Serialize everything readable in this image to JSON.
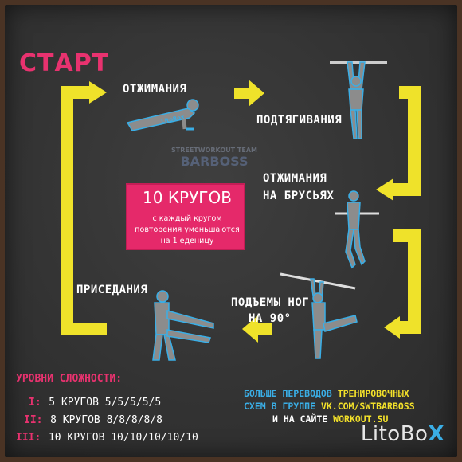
{
  "title": "СТАРТ",
  "exercises": {
    "pushups": "ОТЖИМАНИЯ",
    "pullups": "ПОДТЯГИВАНИЯ",
    "dips_line1": "ОТЖИМАНИЯ",
    "dips_line2": "НА БРУСЬЯХ",
    "leg_raises_line1": "ПОДЪЕМЫ НОГ",
    "leg_raises_line2": "НА 90°",
    "squats": "ПРИСЕДАНИЯ"
  },
  "rounds": {
    "title": "10 КРУГОВ",
    "description": "с каждый кругом повторения уменьшаются на 1 еденицу"
  },
  "watermark": {
    "line1": "STREETWORKOUT TEAM",
    "line2": "BARBOSS",
    "figure_label": "LitoBox"
  },
  "levels": {
    "title": "УРОВНИ СЛОЖНОСТИ:",
    "items": [
      {
        "num": "I:",
        "text": "5 КРУГОВ 5/5/5/5/5"
      },
      {
        "num": "II:",
        "text": "8 КРУГОВ 8/8/8/8/8"
      },
      {
        "num": "III:",
        "text": "10 КРУГОВ 10/10/10/10/10"
      }
    ]
  },
  "promo": {
    "l1a": "БОЛЬШЕ ПЕРЕВОДОВ ",
    "l1b": "ТРЕНИРОВОЧНЫХ",
    "l2a": "СХЕМ В ГРУППЕ ",
    "l2b": "VK.COM/SWTBARBOSS",
    "l3a": "И НА САЙТЕ ",
    "l3b": "WORKOUT.SU"
  },
  "brand": {
    "a": "Lito",
    "b": "Bo",
    "c": "X"
  },
  "colors": {
    "accent_pink": "#e5296a",
    "arrow_yellow": "#efe22a",
    "figure_blue": "#3aaee6",
    "chalkboard": "#363636"
  }
}
